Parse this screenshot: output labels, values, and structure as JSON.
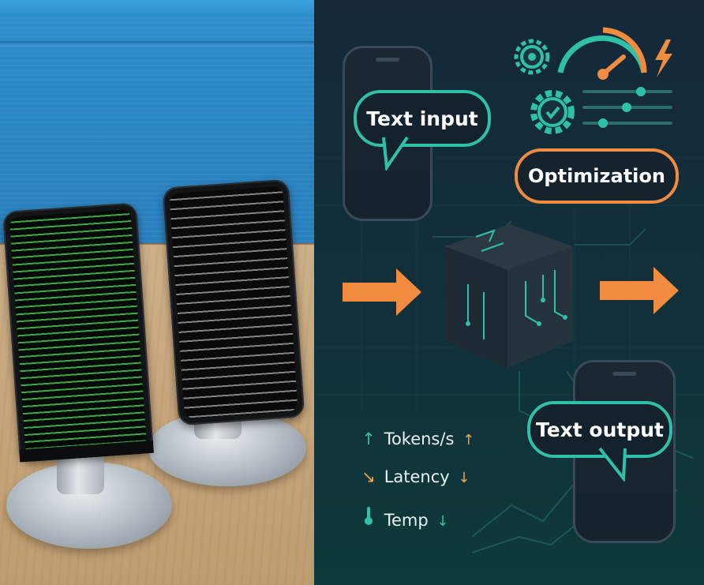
{
  "left_photo": {
    "description_hidden": ""
  },
  "diagram": {
    "input_bubble": "Text input",
    "optimization_bubble": "Optimization",
    "output_bubble": "Text output",
    "metrics": [
      {
        "label": "Tokens/s",
        "icon": "arrow-up-icon",
        "trend": "up",
        "trend_glyph": "↑",
        "icon_glyph": "↑",
        "icon_color": "#2fc1a8",
        "trend_color": "#f0a64a"
      },
      {
        "label": "Latency",
        "icon": "arrow-down-right-icon",
        "trend": "down",
        "trend_glyph": "↓",
        "icon_glyph": "↘",
        "icon_color": "#f0a64a",
        "trend_color": "#f0a64a"
      },
      {
        "label": "Temp",
        "icon": "thermometer-icon",
        "trend": "down",
        "trend_glyph": "↓",
        "icon_glyph": "🌡",
        "icon_color": "#2fc1a8",
        "trend_color": "#2fc1a8"
      }
    ],
    "colors": {
      "teal": "#2fc1a8",
      "orange": "#f08b3f",
      "background": "#15293a"
    }
  }
}
